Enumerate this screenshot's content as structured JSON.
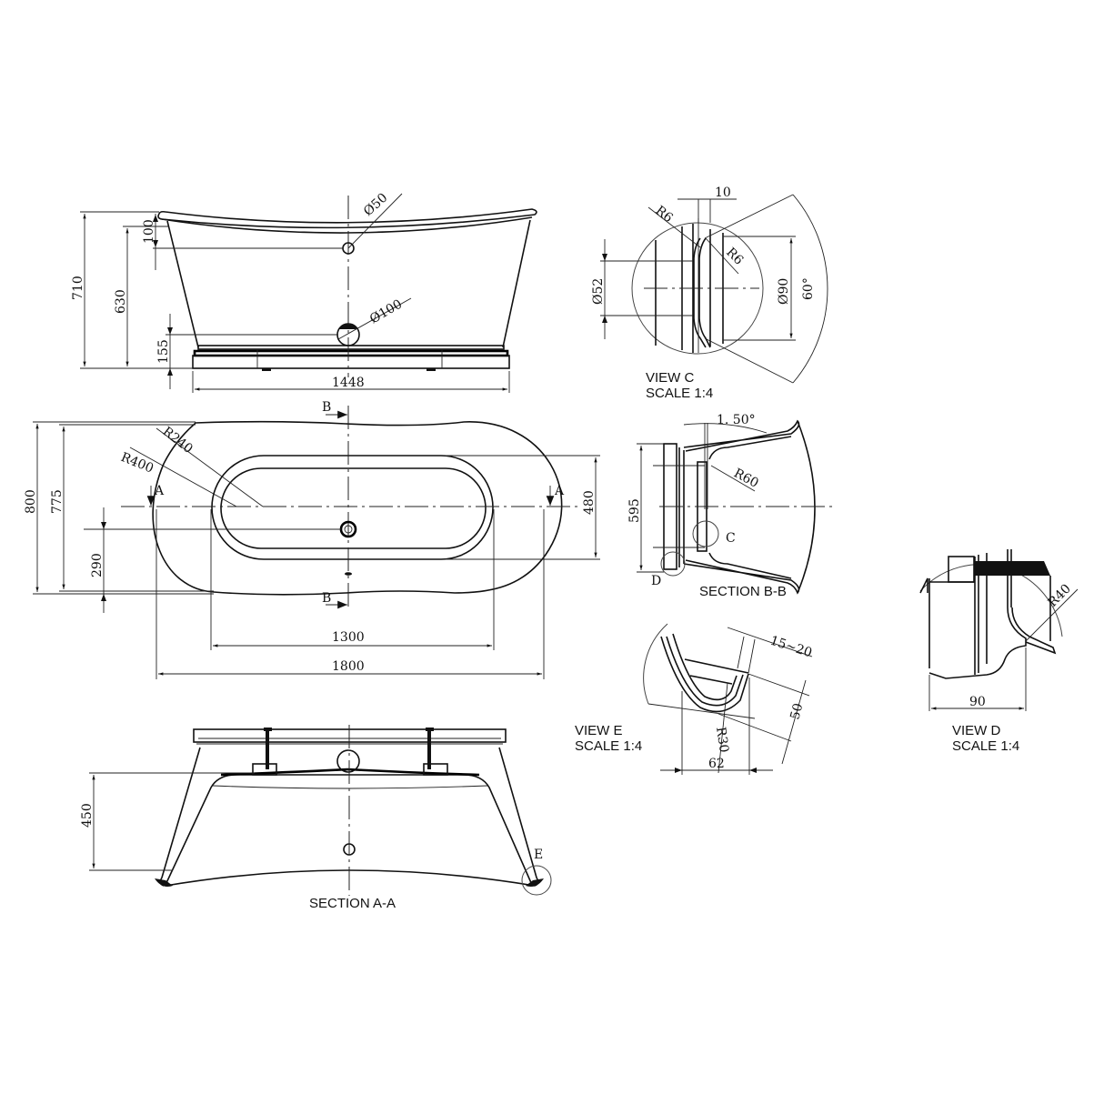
{
  "drawing": {
    "side_view": {
      "dims": {
        "overall_height": "710",
        "rim_height": "630",
        "overflow_offset": "100",
        "waste_height": "155",
        "base_length": "1448",
        "overflow_dia": "Ø50",
        "waste_dia": "Ø100"
      }
    },
    "plan_view": {
      "dims": {
        "width": "800",
        "inner_width": "775",
        "waste_offset": "290",
        "basin_width": "480",
        "basin_length": "1300",
        "overall_length": "1800",
        "radius_outer": "R400",
        "radius_inner": "R240"
      },
      "section_markers": {
        "a_left": "A",
        "a_right": "A",
        "b_top": "B",
        "b_bottom": "B"
      }
    },
    "section_aa": {
      "title": "SECTION A-A",
      "dims": {
        "depth": "450"
      },
      "detail_marker": "E"
    },
    "view_c": {
      "title": "VIEW C",
      "scale": "SCALE 1:4",
      "dims": {
        "width": "10",
        "radius_1": "R6",
        "radius_2": "R6",
        "dia_inner": "Ø52",
        "dia_outer": "Ø90",
        "angle": "60°"
      }
    },
    "section_bb": {
      "title": "SECTION B-B",
      "dims": {
        "height": "595",
        "angle": "1. 50°",
        "radius": "R60"
      },
      "detail_markers": {
        "c": "C",
        "d": "D"
      }
    },
    "view_e": {
      "title": "VIEW E",
      "scale": "SCALE 1:4",
      "dims": {
        "thickness": "15~20",
        "height": "50",
        "radius": "R30",
        "width": "62"
      }
    },
    "view_d": {
      "title": "VIEW D",
      "scale": "SCALE 1:4",
      "dims": {
        "radius": "R40",
        "width": "90"
      }
    }
  }
}
